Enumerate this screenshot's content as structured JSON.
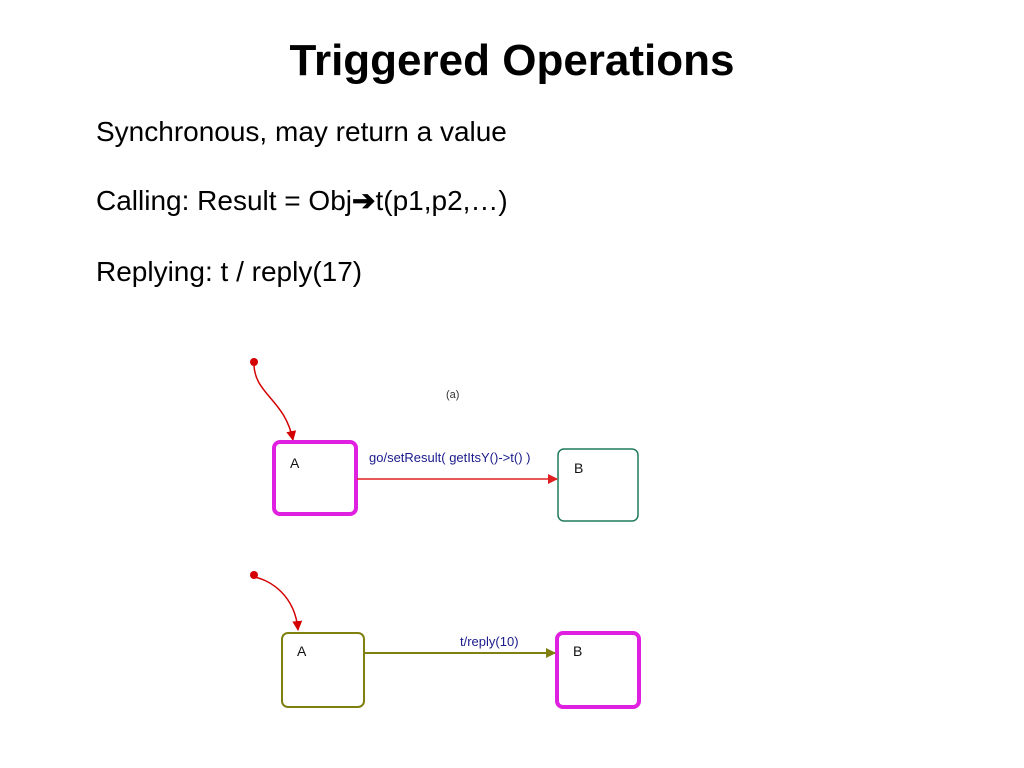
{
  "slide": {
    "title": "Triggered Operations",
    "bullets": {
      "sync": "Synchronous, may return a value",
      "calling_prefix": "Calling: Result = Obj",
      "calling_arrow": "➔",
      "calling_suffix": "t(p1,p2,…)",
      "replying": "Replying: t / reply(17)"
    }
  },
  "diagram_a": {
    "caption": "(a)",
    "state_a_label": "A",
    "state_b_label": "B",
    "transition_label": "go/setResult( getItsY()->t() )",
    "colors": {
      "initial": "#d40000",
      "state_a_border": "#e020e0",
      "state_b_border": "#207a5a",
      "transition": "#e02020",
      "label": "#1a1a8c"
    }
  },
  "diagram_b": {
    "state_a_label": "A",
    "state_b_label": "B",
    "transition_label": "t/reply(10)",
    "colors": {
      "initial": "#d40000",
      "state_a_border": "#808010",
      "state_b_border": "#e020e0",
      "transition": "#808010",
      "label": "#1a1a8c"
    }
  }
}
